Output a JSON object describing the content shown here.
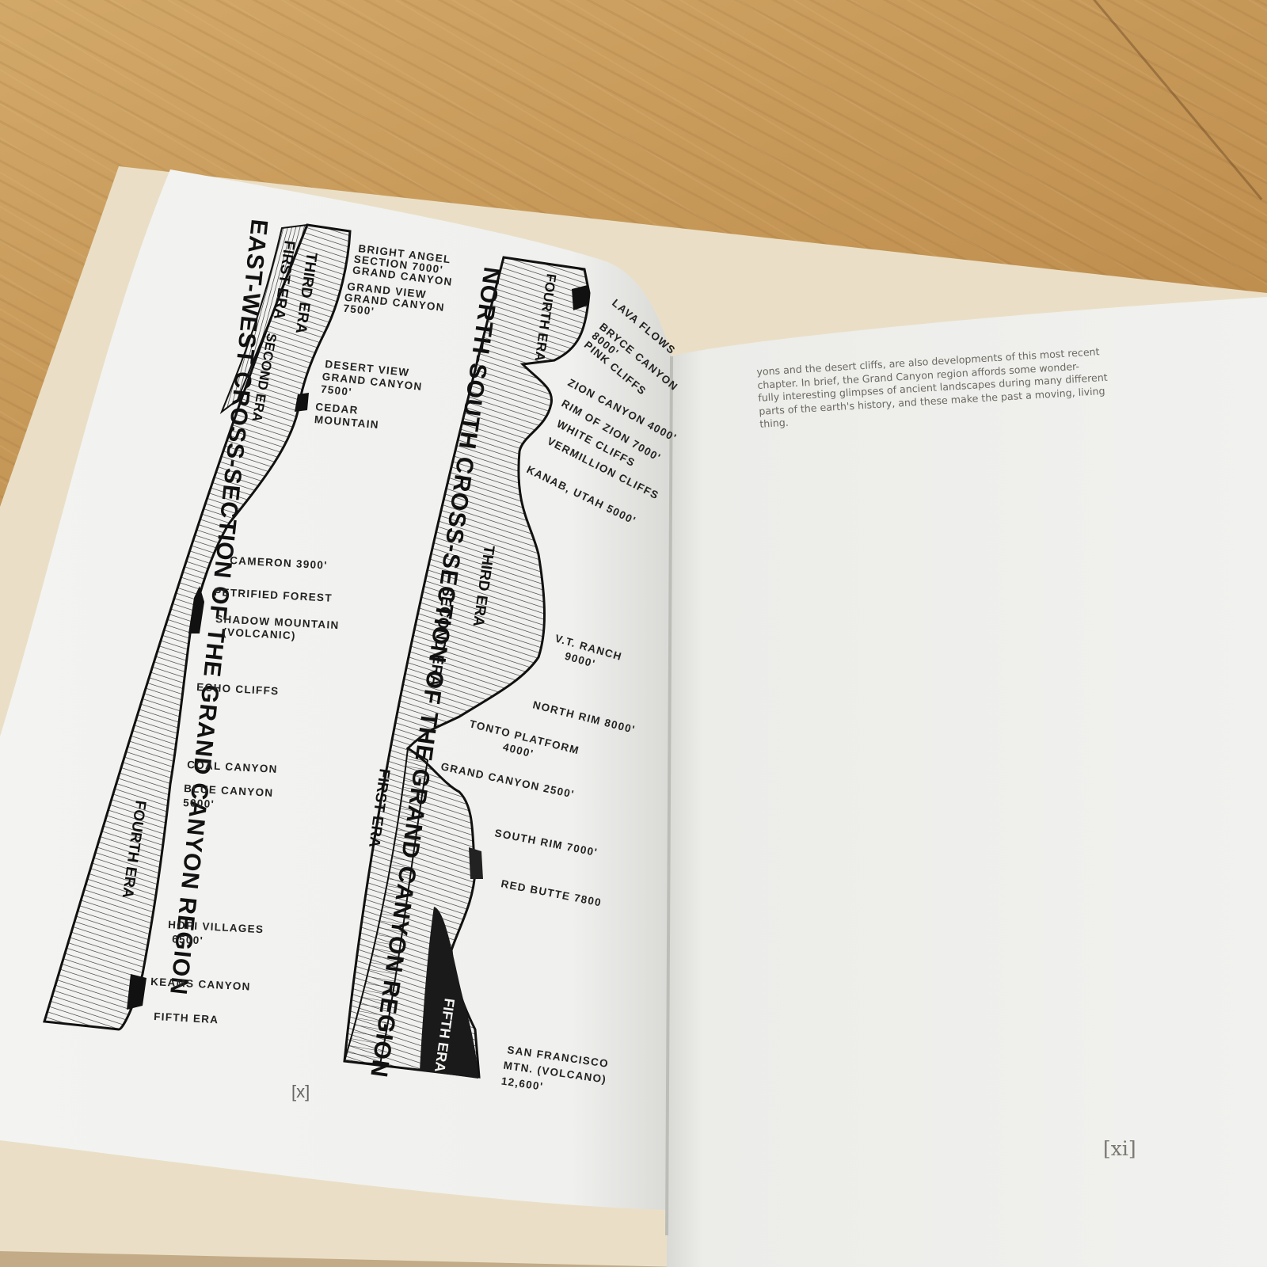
{
  "left_page": {
    "page_number": "[x]",
    "east_west": {
      "title": "EAST-WEST CROSS-SECTION OF THE GRAND CANYON REGION",
      "era_labels": [
        "FIRST ERA",
        "SECOND ERA",
        "THIRD ERA",
        "FOURTH ERA"
      ],
      "place_labels": [
        [
          "BRIGHT ANGEL",
          "SECTION 7000'",
          "GRAND CANYON"
        ],
        [
          "GRAND VIEW",
          "GRAND CANYON",
          "7500'"
        ],
        [
          "DESERT VIEW",
          "GRAND CANYON",
          "7500'"
        ],
        [
          "CEDAR",
          "MOUNTAIN"
        ],
        [
          "CAMERON 3900'"
        ],
        [
          "PETRIFIED FOREST"
        ],
        [
          "SHADOW MOUNTAIN",
          "(VOLCANIC)"
        ],
        [
          "ECHO CLIFFS"
        ],
        [
          "COAL CANYON"
        ],
        [
          "BLUE CANYON",
          "5000'"
        ],
        [
          "HOPI VILLAGES",
          "6500'"
        ],
        [
          "KEAMS CANYON"
        ],
        [
          "FIFTH ERA"
        ]
      ]
    },
    "north_south": {
      "title": "NORTH-SOUTH CROSS-SECTION OF THE GRAND CANYON REGION",
      "era_labels": [
        "FOURTH ERA",
        "THIRD ERA",
        "SECOND ERA",
        "FIRST ERA",
        "FIFTH ERA"
      ],
      "place_labels": [
        [
          "LAVA FLOWS"
        ],
        [
          "BRYCE CANYON",
          "8000'",
          "PINK CLIFFS"
        ],
        [
          "ZION CANYON 4000'"
        ],
        [
          "RIM OF ZION 7000'"
        ],
        [
          "WHITE CLIFFS"
        ],
        [
          "VERMILLION CLIFFS"
        ],
        [
          "KANAB, UTAH 5000'"
        ],
        [
          "V.T. RANCH",
          "9000'"
        ],
        [
          "NORTH RIM 8000'"
        ],
        [
          "TONTO PLATFORM",
          "4000'"
        ],
        [
          "GRAND CANYON 2500'"
        ],
        [
          "SOUTH RIM 7000'"
        ],
        [
          "RED BUTTE 7800"
        ],
        [
          "SAN FRANCISCO",
          "MTN. (VOLCANO)",
          "12,600'"
        ]
      ]
    }
  },
  "right_page": {
    "paragraph_lines": [
      "yons and the desert cliffs, are also developments of this most recent",
      "chapter.  In brief, the Grand Canyon region affords some wonder-",
      "fully interesting glimpses of ancient landscapes during many different",
      "parts of the earth's history, and these make the past a moving, living",
      "thing."
    ],
    "page_number": "[xi]"
  }
}
